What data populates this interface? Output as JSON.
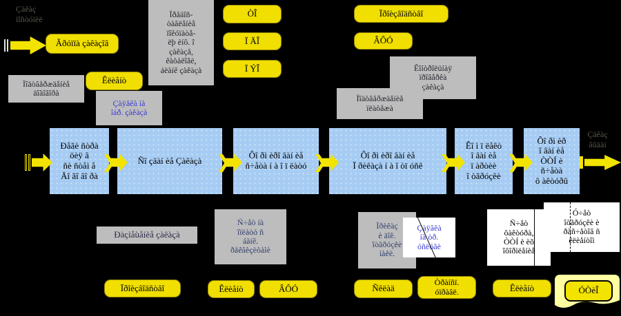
{
  "colors": {
    "background": "#000000",
    "accent_yellow": "#f0df00",
    "process_blue": "#a6ccf3",
    "callout_blue_text": "#3b3bd0",
    "pale_yellow": "#ffffa2"
  },
  "notes": {
    "order_received": [
      "Çàêàç",
      "ïîñòóïèë"
    ],
    "order_issued": [
      "Çàêàç",
      "âûäàí"
    ]
  },
  "top": {
    "group_orders": "Ãðóïïà çàêàçîâ",
    "info_lines": [
      "Ïðåäîñ-",
      "òàâëåíèå",
      "ïîêóïàòå-",
      "ëþ èíô. î",
      "çàêàçå,",
      "êàòàëîãè,",
      "áëàíê çàêàçà"
    ],
    "departments": [
      "ÒÎ",
      "Ï ÄÎ",
      "Ï ÝÎ"
    ],
    "production": "Ïðîèçâîäñòâî",
    "vfu": "ÂÔÓ",
    "client": "Êëèåíò",
    "confirm_contract": [
      "Ïîäòâåðæäåíèå",
      "äîãîâîðà"
    ],
    "request_order": [
      "Çàÿâêà íà",
      "îáð. çàêàçà"
    ],
    "control_check": [
      "Êîíòðîëüíàÿ",
      "ïðîâåðêà",
      "çàêàçà"
    ],
    "confirm_payment": [
      "Ïîäòâåðæäåíèå",
      "ïëàòåæà"
    ]
  },
  "process": {
    "steps": [
      {
        "lines": [
          "Ðåãè ñòðà",
          "öèÿ â",
          "ñè ñòåì å",
          "Äî ãî âî ðà"
        ]
      },
      {
        "lines": [
          "Ñî çäàí èå Çàêàçà"
        ]
      },
      {
        "lines": [
          "Ôî ðì èðî âàí èå",
          "ñ÷åòà í à î ï ëàòó"
        ]
      },
      {
        "lines": [
          "Ôî ðì èðî âàí èå",
          "Ï ðèêàçà í à î òï óñê"
        ]
      },
      {
        "lines": [
          "Êî ì ï ëåêò",
          "î âàí èå",
          "ï àðòèè",
          "î òãðóçêè"
        ]
      },
      {
        "lines": [
          "Ôî ðì èð",
          "î âàí èå",
          "ÒÒÍ  è",
          "ñ÷åòà",
          "ô àêòóðû"
        ]
      }
    ]
  },
  "bottom": {
    "placement": "Ðàçìåùåíèå çàêàçà",
    "invoice_note": [
      "Ñ÷åò íà",
      "îïëàòó ñ",
      "áàíê.",
      "ðåêâèçèòàìè"
    ],
    "order_docs": [
      "Ïðèêàç",
      "è äîê.",
      "îòãðóçêè",
      "íàêë."
    ],
    "transport_request": [
      "Çàÿâêà",
      "íà òð.",
      "óñëóãè"
    ],
    "invoice_callout": [
      "Ñ÷åò",
      "ôàêòóðà,",
      "ÒÒÍ  è èõ",
      "îôîðìëåíèå"
    ],
    "accounting_callout": [
      "Ó÷åò",
      "îòãðóçêè è",
      "ðàñ÷åòîâ ñ",
      "êëèåíòîì"
    ],
    "production": "Ïðîèçâîäñòâî",
    "client_left": "Êëèåíò",
    "vfu": "ÂÔÓ",
    "sklad": "Ñêëàä",
    "transport_dept": [
      "Òðàíñï.",
      "óïðàâë."
    ],
    "client_right": "Êëèåíò",
    "utio": "ÓÒèÎ"
  }
}
